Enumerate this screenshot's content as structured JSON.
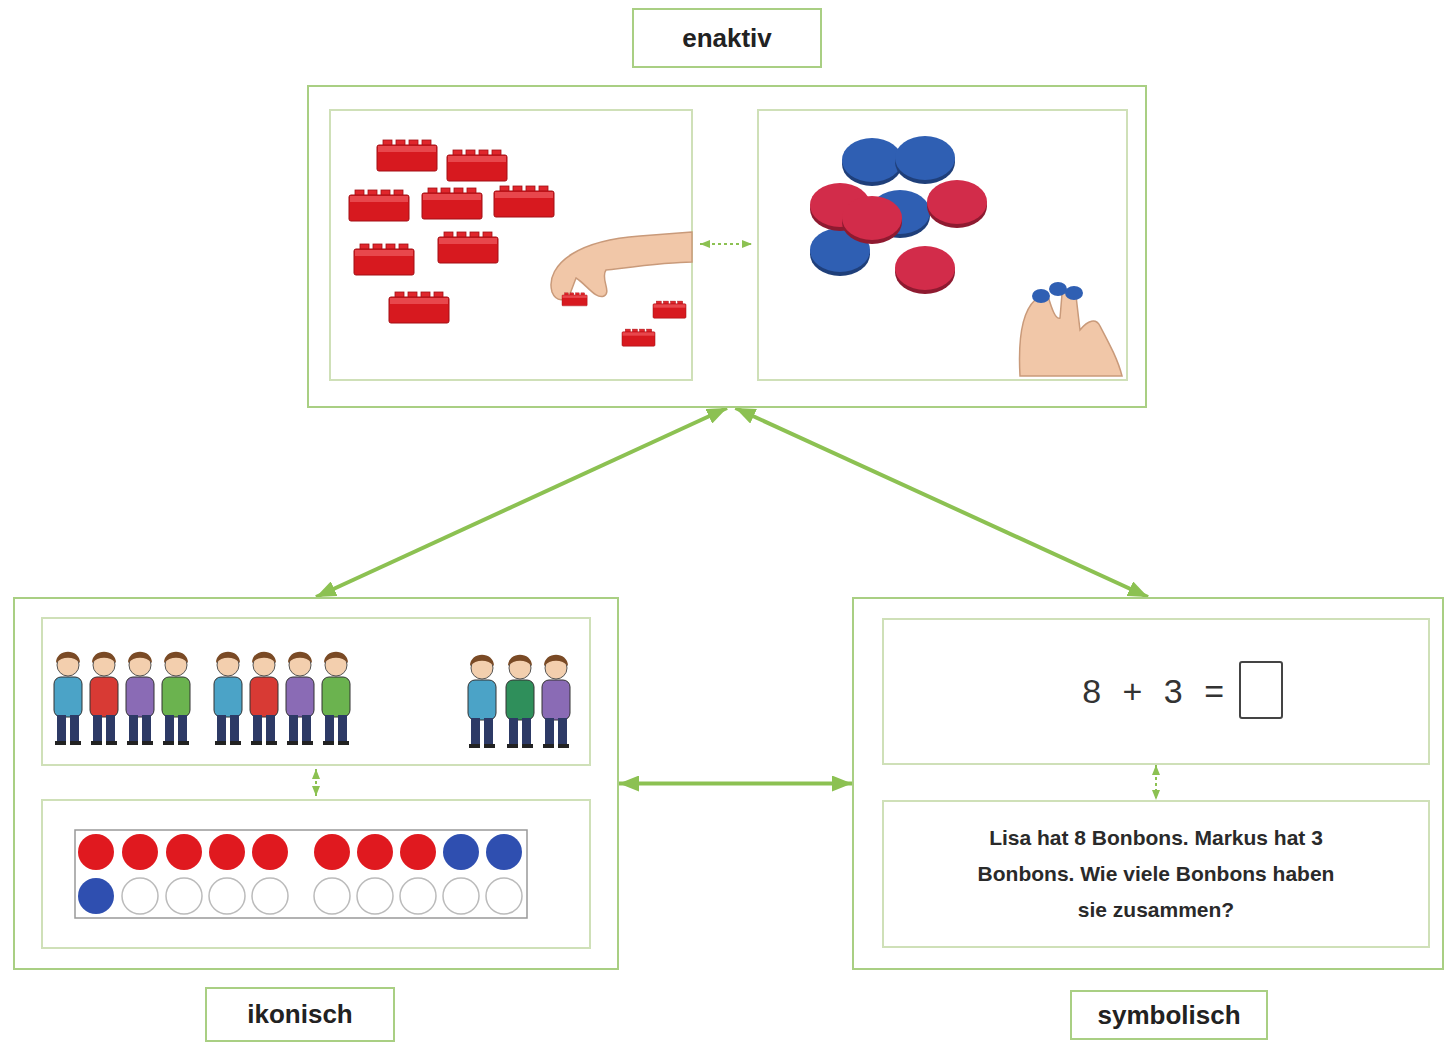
{
  "diagram": {
    "nodes": [
      {
        "text": [
          "enaktiv"
        ]
      },
      {
        "text": [
          "ikonisch"
        ]
      },
      {
        "text": [
          "symbolisch"
        ]
      },
      {
        "text": [
          "8 + 3 ="
        ],
        "in": 2
      },
      {
        "text": [
          "Lisa hat 8 Bonbons. Markus hat 3 Bonbons. Wie viele Bonbons haben sie zusammen?"
        ],
        "in": 2
      }
    ],
    "edges": [
      {
        "from": 0,
        "to": 1,
        "arrow": "both"
      },
      {
        "from": 0,
        "to": 2,
        "arrow": "both"
      },
      {
        "from": 1,
        "to": 2,
        "arrow": "both"
      },
      {
        "from": 3,
        "to": 4,
        "arrow": "both"
      }
    ]
  }
}
